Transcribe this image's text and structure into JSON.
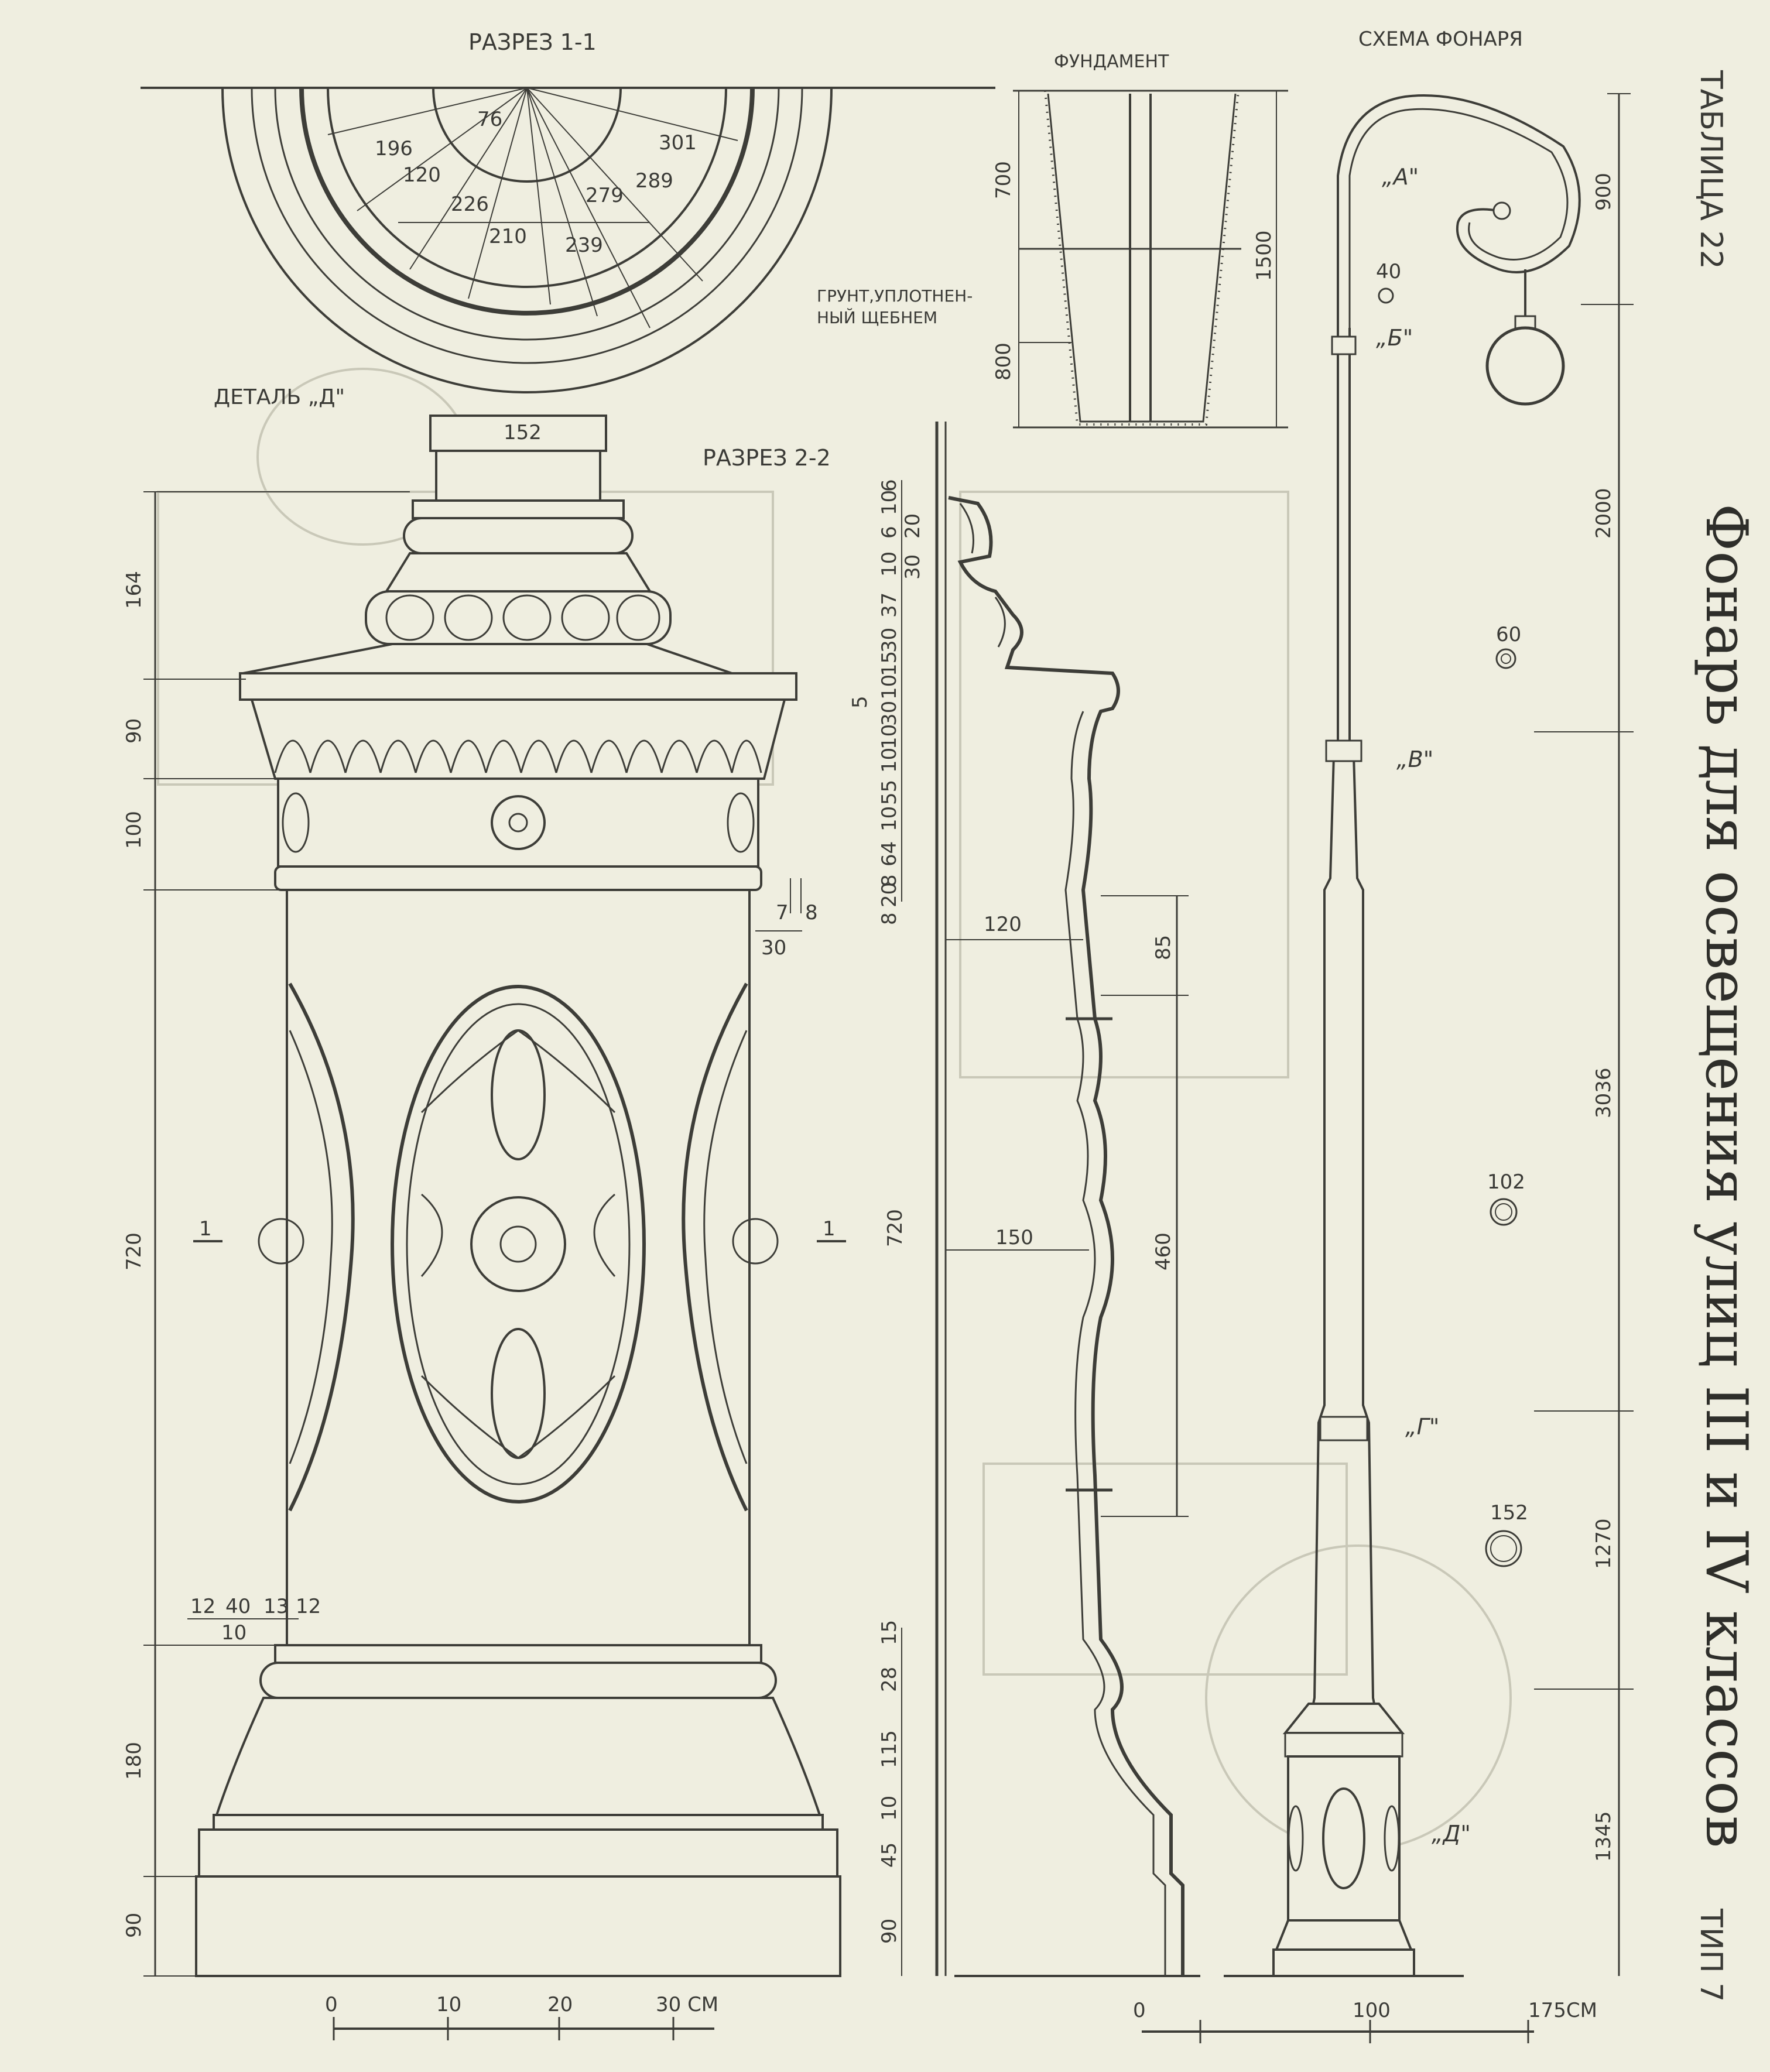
{
  "sheet": {
    "table_label": "ТАБЛИЦА 22",
    "title": "Фонарь для освещения улиц III и IV классов",
    "type_label": "ТИП 7"
  },
  "sections": {
    "section_1_1": "РАЗРЕЗ 1-1",
    "section_2_2": "РАЗРЕЗ 2-2",
    "detail_d": "ДЕТАЛЬ „Д\"",
    "foundation": "ФУНДАМЕНТ",
    "soil_note_1": "ГРУНТ,УПЛОТНЕН-",
    "soil_note_2": "НЫЙ ЩЕБНЕМ",
    "lamp_scheme": "СХЕМА ФОНАРЯ"
  },
  "plan_dims": [
    "196",
    "76",
    "120",
    "226",
    "210",
    "239",
    "279",
    "289",
    "301"
  ],
  "detail_dims": {
    "cap_width": "152",
    "left_heights": [
      "164",
      "90",
      "100",
      "720",
      "180",
      "90"
    ],
    "base_widths": [
      "12",
      "40",
      "13",
      "12",
      "10"
    ],
    "cornice_small": [
      "7",
      "8",
      "30"
    ],
    "section_marks": [
      "1",
      "1"
    ]
  },
  "profile_dims": {
    "stack": [
      "6",
      "10",
      "6",
      "10",
      "37",
      "30",
      "15",
      "10",
      "30",
      "10",
      "10",
      "55",
      "10",
      "64",
      "8",
      "20",
      "8"
    ],
    "stack_right": [
      "20",
      "30"
    ],
    "stack_five": "5",
    "offsets": [
      "120",
      "150"
    ],
    "heights_right": [
      "85",
      "460"
    ],
    "main_height": "720",
    "base_stack": [
      "15",
      "28",
      "115",
      "10",
      "45",
      "90"
    ]
  },
  "foundation_dims": [
    "700",
    "1500",
    "800"
  ],
  "scheme": {
    "marks": [
      "„А\"",
      "„Б\"",
      "„В\"",
      "„Г\"",
      "„Д\""
    ],
    "heights": [
      "900",
      "2000",
      "3036",
      "1270",
      "1345"
    ],
    "diameters": [
      "40",
      "60",
      "102",
      "152"
    ]
  },
  "scales": {
    "left": [
      "0",
      "10",
      "20",
      "30 CM"
    ],
    "right": [
      "0",
      "100",
      "175CM"
    ]
  }
}
